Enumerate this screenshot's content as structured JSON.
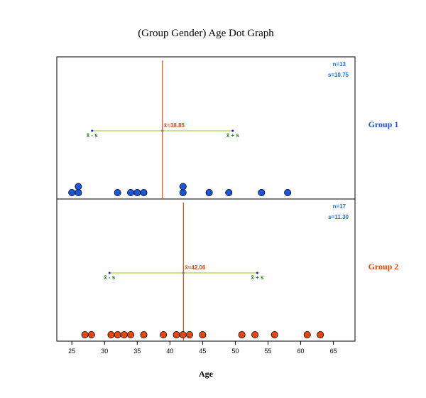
{
  "chart_data": {
    "type": "scatter",
    "title": "(Group Gender) Age Dot Graph",
    "xlabel": "Age",
    "xlim": [
      22.7,
      68.3
    ],
    "x_ticks": [
      25,
      30,
      35,
      40,
      45,
      50,
      55,
      60,
      65
    ],
    "grid": false,
    "groups": [
      {
        "name": "Group 1",
        "color": "#1a56db",
        "n_label": "n=13",
        "s_label": "s=10.75",
        "mean": 38.85,
        "sd": 10.75,
        "mean_label": "x̄=38.85",
        "minus_label": "x̄ - s",
        "plus_label": "x̄ + s",
        "points": [
          25,
          26,
          26,
          32,
          34,
          35,
          36,
          42,
          42,
          46,
          49,
          54,
          58
        ]
      },
      {
        "name": "Group 2",
        "color": "#e8450f",
        "n_label": "n=17",
        "s_label": "s=11.30",
        "mean": 42.06,
        "sd": 11.3,
        "mean_label": "x̄=42.06",
        "minus_label": "x̄ - s",
        "plus_label": "x̄ + s",
        "points": [
          27,
          28,
          31,
          32,
          33,
          34,
          36,
          39,
          41,
          42,
          43,
          45,
          51,
          53,
          56,
          61,
          63
        ]
      }
    ],
    "colors": {
      "mean_line": "#e8450f",
      "sd_line": "#b5d96a",
      "sd_marker": "#1a23c9",
      "sd_label": "#1e7a1e",
      "stat_text": "#1a6fe0",
      "axis": "#000000"
    }
  }
}
